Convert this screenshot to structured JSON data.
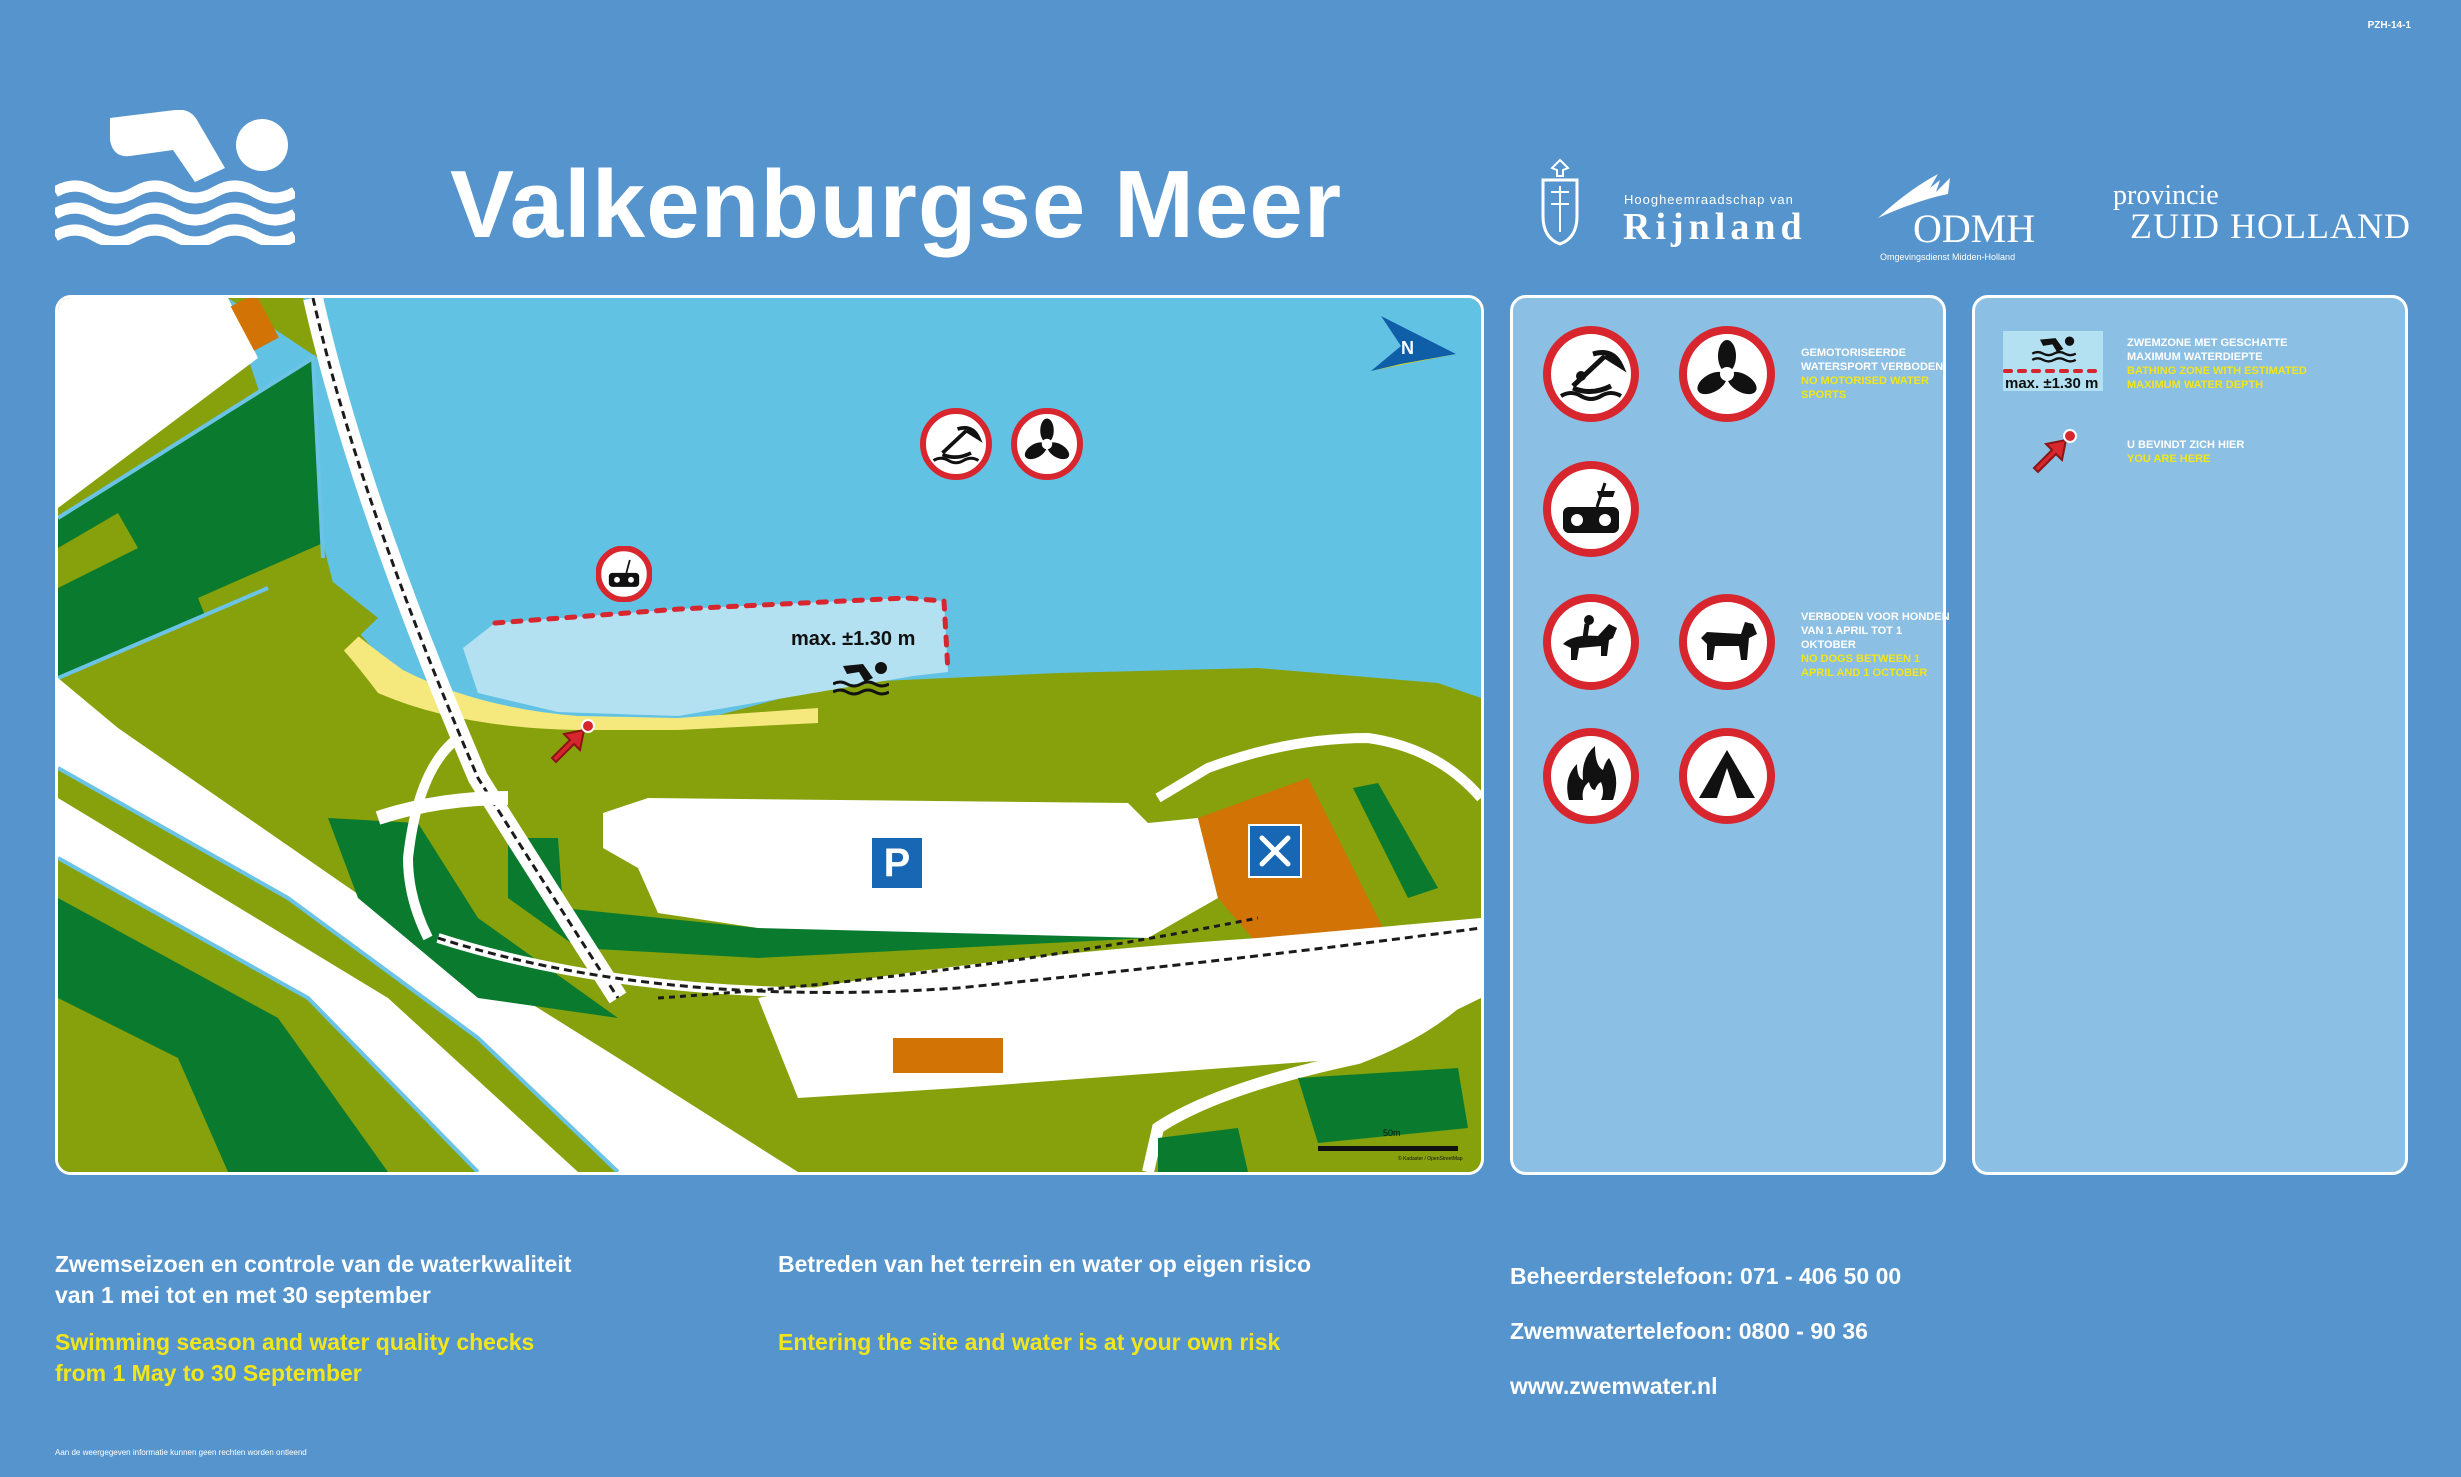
{
  "header": {
    "code": "PZH-14-1",
    "title": "Valkenburgse Meer",
    "logos": {
      "rijnland_small": "Hoogheemraadschap van",
      "rijnland_big": "Rijnland",
      "odmh": "ODMH",
      "odmh_sub": "Omgevingsdienst Midden-Holland",
      "pzh_line1": "provincie",
      "pzh_line2": "ZUID HOLLAND"
    }
  },
  "map": {
    "depth_label": "max. ±1.30 m",
    "scale_label": "50m",
    "copyright": "© Kadaster / OpenStreetMap",
    "icons": [
      "kitesurf-prohibited-icon",
      "motorboat-prohibited-icon",
      "rc-boat-prohibited-icon",
      "swimmer-icon",
      "parking-icon",
      "restaurant-icon",
      "you-are-here-icon",
      "north-arrow-icon"
    ]
  },
  "rules_panel": {
    "motor": {
      "nl": "GEMOTORISEERDE WATERSPORT VERBODEN",
      "en": "NO MOTORISED WATER SPORTS"
    },
    "dogs": {
      "nl": "VERBODEN VOOR HONDEN VAN 1 APRIL TOT 1 OKTOBER",
      "en": "NO DOGS BETWEEN 1 APRIL AND 1 OCTOBER"
    }
  },
  "legend_panel": {
    "zone_label": "max. ±1.30 m",
    "zone": {
      "nl": "ZWEMZONE MET GESCHATTE MAXIMUM WATERDIEPTE",
      "en": "BATHING ZONE WITH ESTIMATED MAXIMUM WATER DEPTH"
    },
    "here": {
      "nl": "U BEVINDT ZICH HIER",
      "en": "YOU ARE HERE"
    }
  },
  "footer": {
    "season_nl_1": "Zwemseizoen en controle van de waterkwaliteit",
    "season_nl_2": "van 1 mei tot en met 30 september",
    "season_en_1": "Swimming season and water quality checks",
    "season_en_2": "from 1 May to 30 September",
    "risk_nl": "Betreden van het terrein en water op eigen risico",
    "risk_en": "Entering the site and water is at your own risk",
    "phone_manager": "Beheerderstelefoon: 071 - 406 50 00",
    "phone_water": "Zwemwatertelefoon: 0800 - 90 36",
    "website": "www.zwemwater.nl",
    "disclaimer": "Aan de weergegeven informatie kunnen geen rechten worden ontleend"
  },
  "colors": {
    "background": "#5594cc",
    "water": "#62c2e4",
    "bathing_zone": "#b3e1f2",
    "grass": "#86a10c",
    "forest": "#0a7b2e",
    "sign_red": "#d7262e",
    "accent_yellow": "#f2e61a"
  }
}
